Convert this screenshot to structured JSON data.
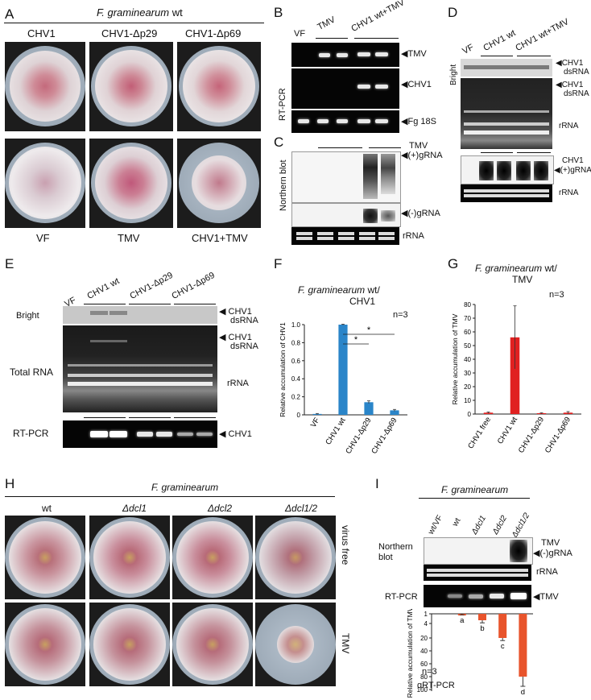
{
  "panels": {
    "a": "A",
    "b": "B",
    "c": "C",
    "d": "D",
    "e": "E",
    "f": "F",
    "g": "G",
    "h": "H",
    "i": "I"
  },
  "panel_a": {
    "header": "F. graminearum",
    "header_suffix": " wt",
    "top_labels": [
      "CHV1",
      "CHV1-Δp29",
      "CHV1-Δp69"
    ],
    "bottom_labels": [
      "VF",
      "TMV",
      "CHV1+TMV"
    ]
  },
  "panel_b": {
    "side": "RT-PCR",
    "lanes": [
      "VF",
      "TMV",
      "CHV1 wt+TMV"
    ],
    "rows": [
      "TMV",
      "CHV1",
      "Fg 18S"
    ]
  },
  "panel_c": {
    "side": "Northern blot",
    "top_label_1": "TMV",
    "top_label_2": "(+)gRNA",
    "mid_label": "(-)gRNA",
    "bottom_label": "rRNA"
  },
  "panel_d": {
    "lanes": [
      "VF",
      "CHV1 wt",
      "CHV1 wt+TMV"
    ],
    "bright": "Bright",
    "row1": "CHV1",
    "row1b": "dsRNA",
    "row2": "CHV1",
    "row2b": "dsRNA",
    "row3": "rRNA",
    "blot_1": "CHV1",
    "blot_2": "(+)gRNA",
    "blot_3": "rRNA"
  },
  "panel_e": {
    "lanes": [
      "VF",
      "CHV1 wt",
      "CHV1-Δp29",
      "CHV1-Δp69"
    ],
    "bright": "Bright",
    "total": "Total RNA",
    "rtpcr": "RT-PCR",
    "r1": "CHV1",
    "r1b": "dsRNA",
    "r2": "CHV1",
    "r2b": "dsRNA",
    "r3": "rRNA",
    "r4": "CHV1"
  },
  "panel_h": {
    "header": "F. graminearum",
    "cols": [
      "wt",
      "Δdcl1",
      "Δdcl2",
      "Δdcl1/2"
    ],
    "rows": [
      "virus free",
      "TMV"
    ]
  },
  "panel_i": {
    "header": "F. graminearum",
    "lanes": [
      "wt/VF",
      "wt",
      "Δdcl1",
      "Δdcl2",
      "Δdcl1/2"
    ],
    "northern": "Northern blot",
    "tmv": "TMV",
    "neg": "(-)gRNA",
    "rrna": "rRNA",
    "rtpcr": "RT-PCR",
    "rt_tmv": "TMV",
    "n": "n=3",
    "qrt": "qRT-PCR"
  },
  "chart_data": [
    {
      "id": "F",
      "type": "bar",
      "title": "F. graminearum wt/ CHV1",
      "title_line1": "F. graminearum",
      "title_suffix": " wt/",
      "title_line2": "CHV1",
      "ylabel": "Relative accumulation of CHV1",
      "n": "n=3",
      "categories": [
        "VF",
        "CHV1 wt",
        "CHV1-Δp29",
        "CHV1-Δp69"
      ],
      "values": [
        0.01,
        1.0,
        0.14,
        0.05
      ],
      "errors": [
        0.005,
        0.005,
        0.015,
        0.01
      ],
      "ylim": [
        0,
        1.0
      ],
      "yticks": [
        "0",
        "0.2",
        "0.4",
        "0.6",
        "0.8",
        "1.0"
      ],
      "color": "#2a85c9",
      "significance": [
        "*",
        "*"
      ]
    },
    {
      "id": "G",
      "type": "bar",
      "title": "F. graminearum wt/ TMV",
      "title_line1": "F. graminearum",
      "title_suffix": " wt/",
      "title_line2": "TMV",
      "ylabel": "Relative accumulation of TMV",
      "n": "n=3",
      "categories": [
        "CHV1 free",
        "CHV1 wt",
        "CHV1-Δp29",
        "CHV1-Δp69"
      ],
      "values": [
        1,
        56,
        0.6,
        1
      ],
      "errors": [
        0.5,
        23,
        0.3,
        0.8
      ],
      "ylim": [
        0,
        80
      ],
      "yticks": [
        "0",
        "10",
        "20",
        "30",
        "40",
        "50",
        "60",
        "70",
        "80"
      ],
      "color": "#e02020"
    },
    {
      "id": "I",
      "type": "bar",
      "ylabel": "Relative accumulation of TMV",
      "categories": [
        "wt/VF",
        "wt",
        "Δdcl1",
        "Δdcl2",
        "Δdcl1/2"
      ],
      "values": [
        0,
        1,
        3,
        20,
        80
      ],
      "errors": [
        0,
        0.3,
        0.8,
        4,
        15
      ],
      "yticks": [
        "1",
        "4",
        "20",
        "40",
        "60",
        "80",
        "100"
      ],
      "letters": [
        "",
        "a",
        "b",
        "c",
        "d"
      ],
      "color": "#e8542c"
    }
  ]
}
